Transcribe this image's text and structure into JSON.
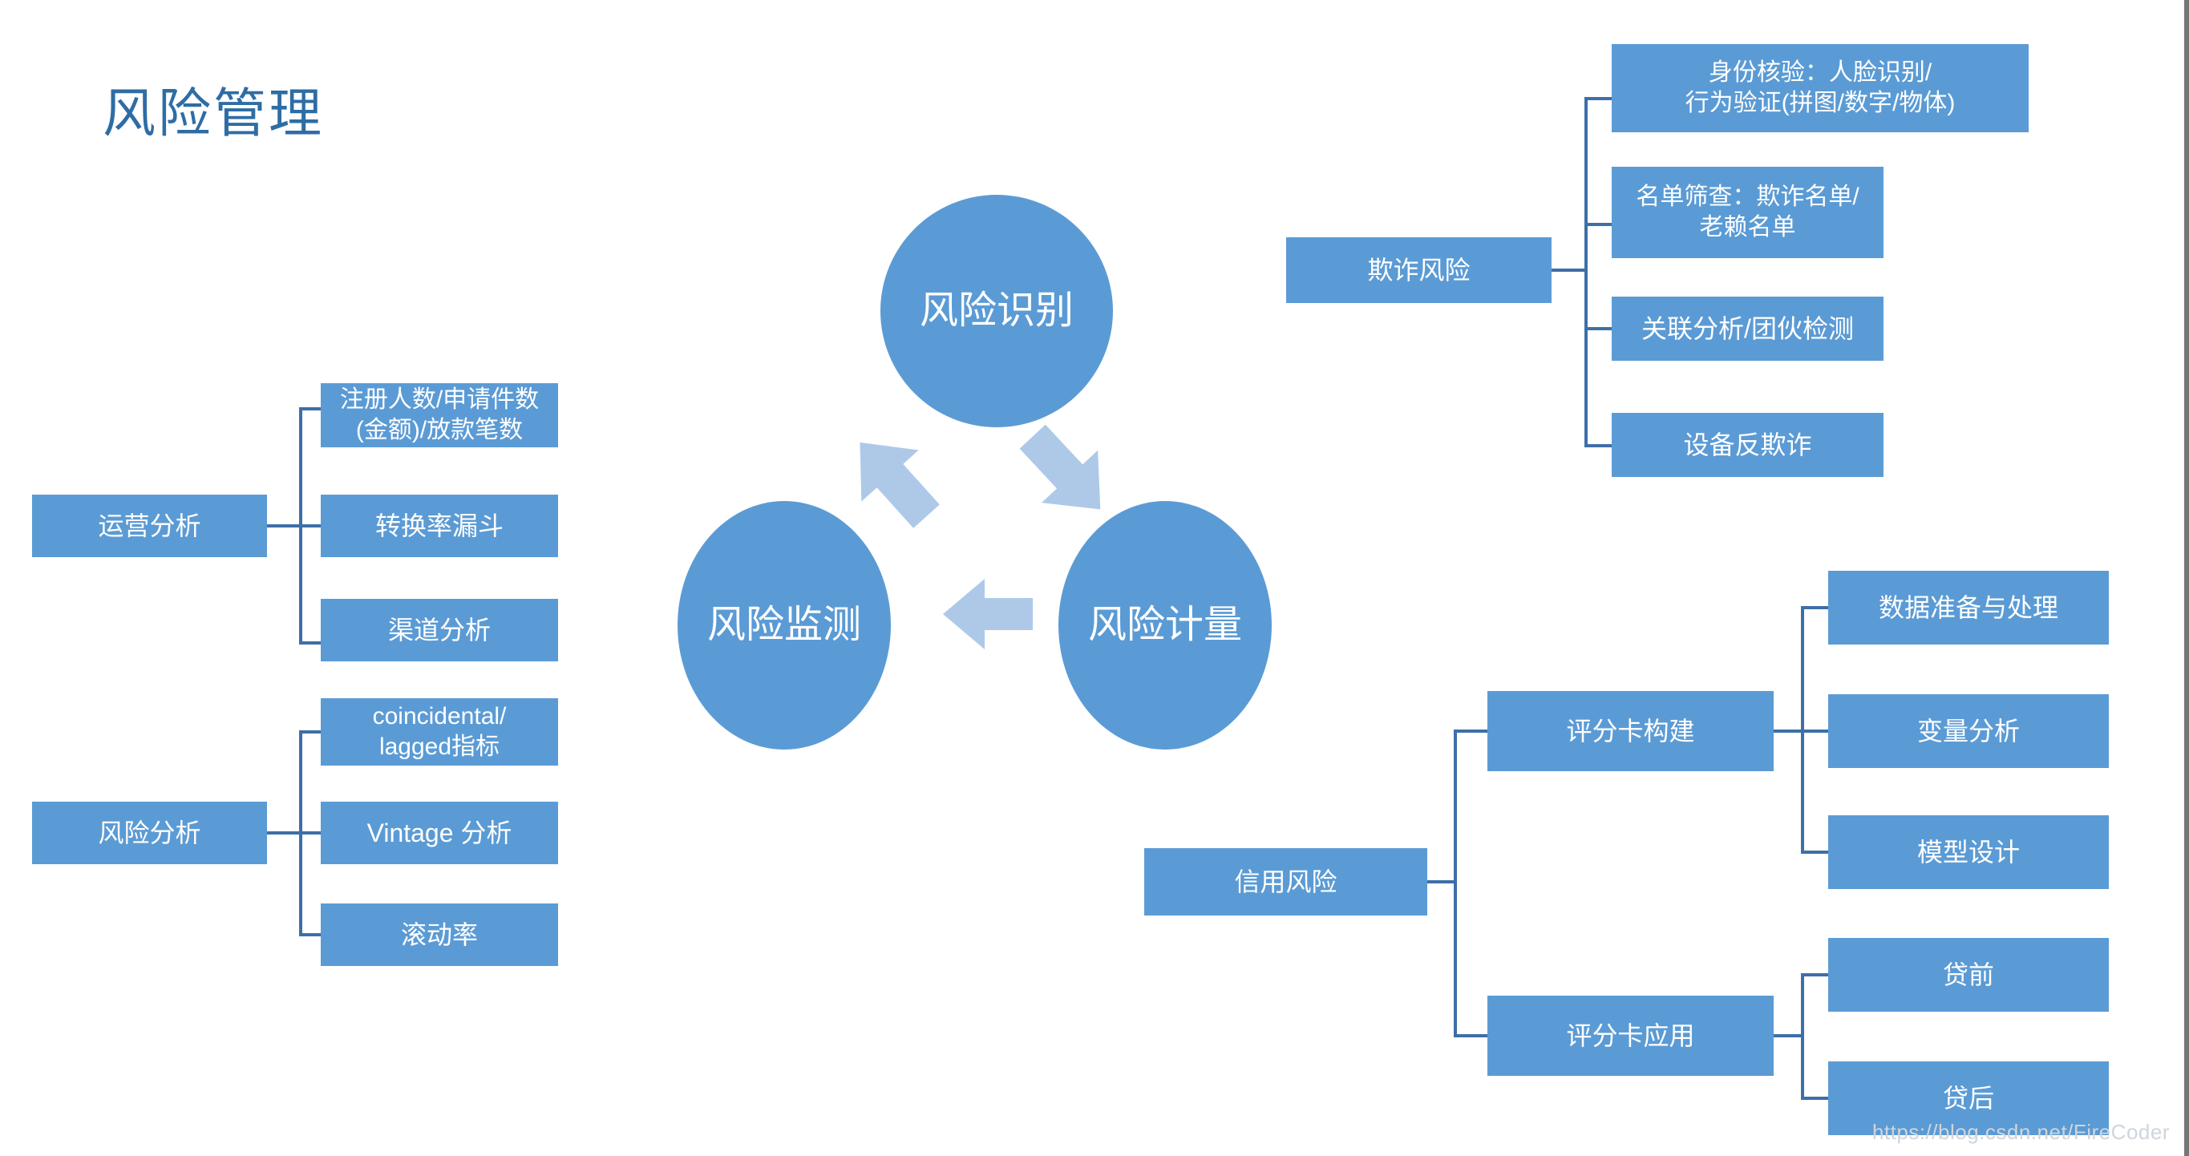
{
  "title": "风险管理",
  "watermark": "https://blog.csdn.net/FireCoder",
  "colors": {
    "node_fill": "#5b9bd5",
    "circle_fill": "#5b9bd5",
    "connector": "#3d6fa8",
    "arrow": "#aec9e8",
    "title": "#2e6da4",
    "node_text": "#ffffff",
    "background": "#ffffff",
    "page_border": "#767676"
  },
  "diagram": {
    "type": "cycle-with-breakdown",
    "center_cycle": {
      "nodes": [
        {
          "id": "risk-identification",
          "label": "风险识别"
        },
        {
          "id": "risk-measurement",
          "label": "风险计量"
        },
        {
          "id": "risk-monitoring",
          "label": "风险监测"
        }
      ],
      "arrows": [
        {
          "from": "risk-monitoring",
          "to": "risk-identification"
        },
        {
          "from": "risk-identification",
          "to": "risk-measurement"
        },
        {
          "from": "risk-measurement",
          "to": "risk-monitoring"
        }
      ]
    },
    "branches": [
      {
        "id": "operations-analysis",
        "label": "运营分析",
        "children": [
          {
            "id": "op-child-1",
            "label": "注册人数/申请件数\n(金额)/放款笔数"
          },
          {
            "id": "op-child-2",
            "label": "转换率漏斗"
          },
          {
            "id": "op-child-3",
            "label": "渠道分析"
          }
        ]
      },
      {
        "id": "risk-analysis",
        "label": "风险分析",
        "children": [
          {
            "id": "ra-child-1",
            "label": "coincidental/\nlagged指标"
          },
          {
            "id": "ra-child-2",
            "label": "Vintage 分析"
          },
          {
            "id": "ra-child-3",
            "label": "滚动率"
          }
        ]
      },
      {
        "id": "fraud-risk",
        "label": "欺诈风险",
        "children": [
          {
            "id": "fr-child-1",
            "label": "身份核验：人脸识别/\n行为验证(拼图/数字/物体)"
          },
          {
            "id": "fr-child-2",
            "label": "名单筛查：欺诈名单/\n老赖名单"
          },
          {
            "id": "fr-child-3",
            "label": "关联分析/团伙检测"
          },
          {
            "id": "fr-child-4",
            "label": "设备反欺诈"
          }
        ]
      },
      {
        "id": "credit-risk",
        "label": "信用风险",
        "children": [
          {
            "id": "scorecard-build",
            "label": "评分卡构建",
            "children": [
              {
                "id": "sb-child-1",
                "label": "数据准备与处理"
              },
              {
                "id": "sb-child-2",
                "label": "变量分析"
              },
              {
                "id": "sb-child-3",
                "label": "模型设计"
              }
            ]
          },
          {
            "id": "scorecard-apply",
            "label": "评分卡应用",
            "children": [
              {
                "id": "sa-child-1",
                "label": "贷前"
              },
              {
                "id": "sa-child-2",
                "label": "贷后"
              }
            ]
          }
        ]
      }
    ]
  }
}
